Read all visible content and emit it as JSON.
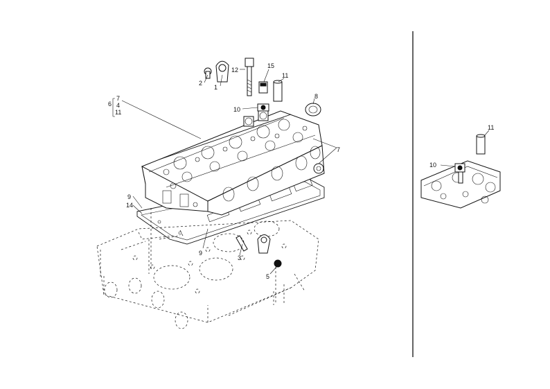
{
  "callouts": {
    "c1": "1",
    "c2": "2",
    "c3": "3",
    "c5": "5",
    "c6": "6",
    "c6_stack_a": "7",
    "c6_stack_b": "4",
    "c6_stack_c": "11",
    "c7": "7",
    "c8": "8",
    "c9a": "9",
    "c9b": "9",
    "c10": "10",
    "c11": "11",
    "c12": "12",
    "c14": "14",
    "c15": "15"
  },
  "detail": {
    "c10": "10",
    "c11": "11"
  }
}
